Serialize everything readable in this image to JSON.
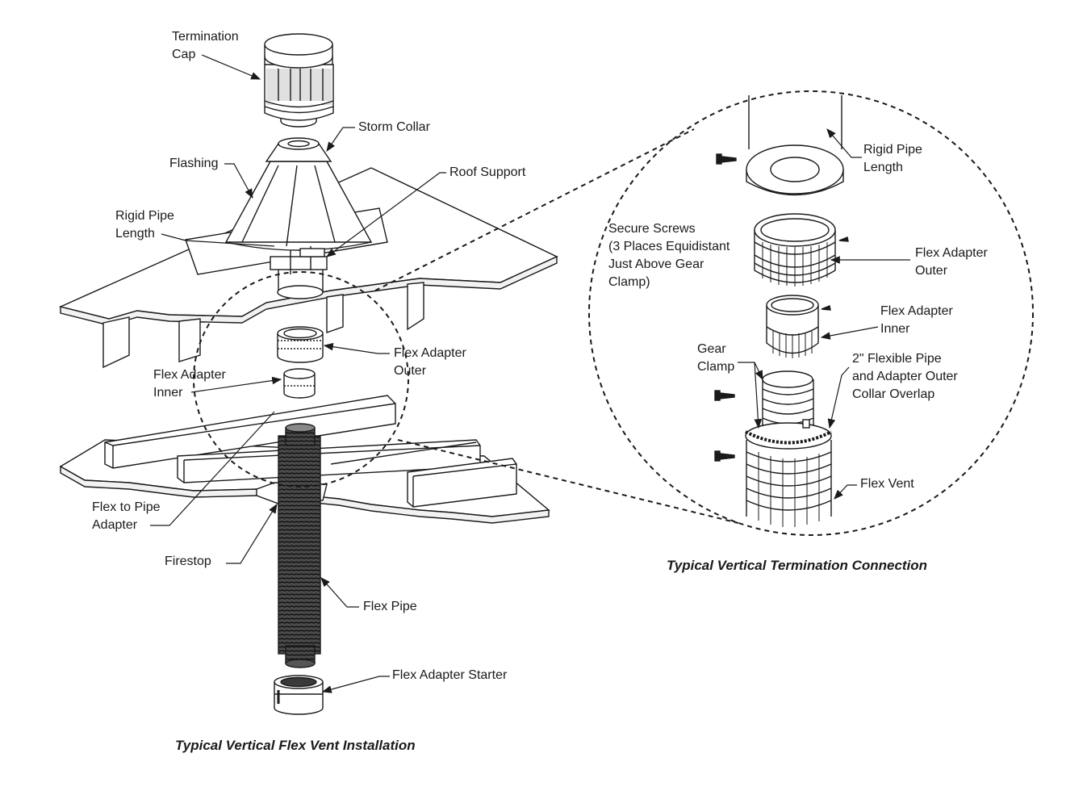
{
  "left_figure": {
    "caption": "Typical Vertical Flex Vent Installation",
    "labels": {
      "termination_cap": [
        "Termination",
        "Cap"
      ],
      "storm_collar": "Storm Collar",
      "flashing": "Flashing",
      "roof_support": "Roof Support",
      "rigid_pipe_length": [
        "Rigid Pipe",
        "Length"
      ],
      "flex_adapter_outer": [
        "Flex Adapter",
        "Outer"
      ],
      "flex_adapter_inner": [
        "Flex Adapter",
        "Inner"
      ],
      "flex_to_pipe_adapter": [
        "Flex to Pipe",
        "Adapter"
      ],
      "firestop": "Firestop",
      "flex_pipe": "Flex Pipe",
      "flex_adapter_starter": "Flex Adapter Starter"
    }
  },
  "right_figure": {
    "caption": "Typical Vertical Termination Connection",
    "labels": {
      "rigid_pipe_length": [
        "Rigid Pipe",
        "Length"
      ],
      "secure_screws": [
        "Secure Screws",
        "(3 Places Equidistant",
        "Just Above Gear",
        "Clamp)"
      ],
      "flex_adapter_outer": [
        "Flex Adapter",
        "Outer"
      ],
      "flex_adapter_inner": [
        "Flex Adapter",
        "Inner"
      ],
      "gear_clamp": [
        "Gear",
        "Clamp"
      ],
      "overlap": [
        "2\" Flexible Pipe",
        "and Adapter Outer",
        "Collar Overlap"
      ],
      "flex_vent": "Flex Vent"
    }
  },
  "colors": {
    "line": "#1a1a1a",
    "fill": "#ffffff",
    "shade": "#d9d9d9",
    "dark": "#3a3a3a"
  }
}
